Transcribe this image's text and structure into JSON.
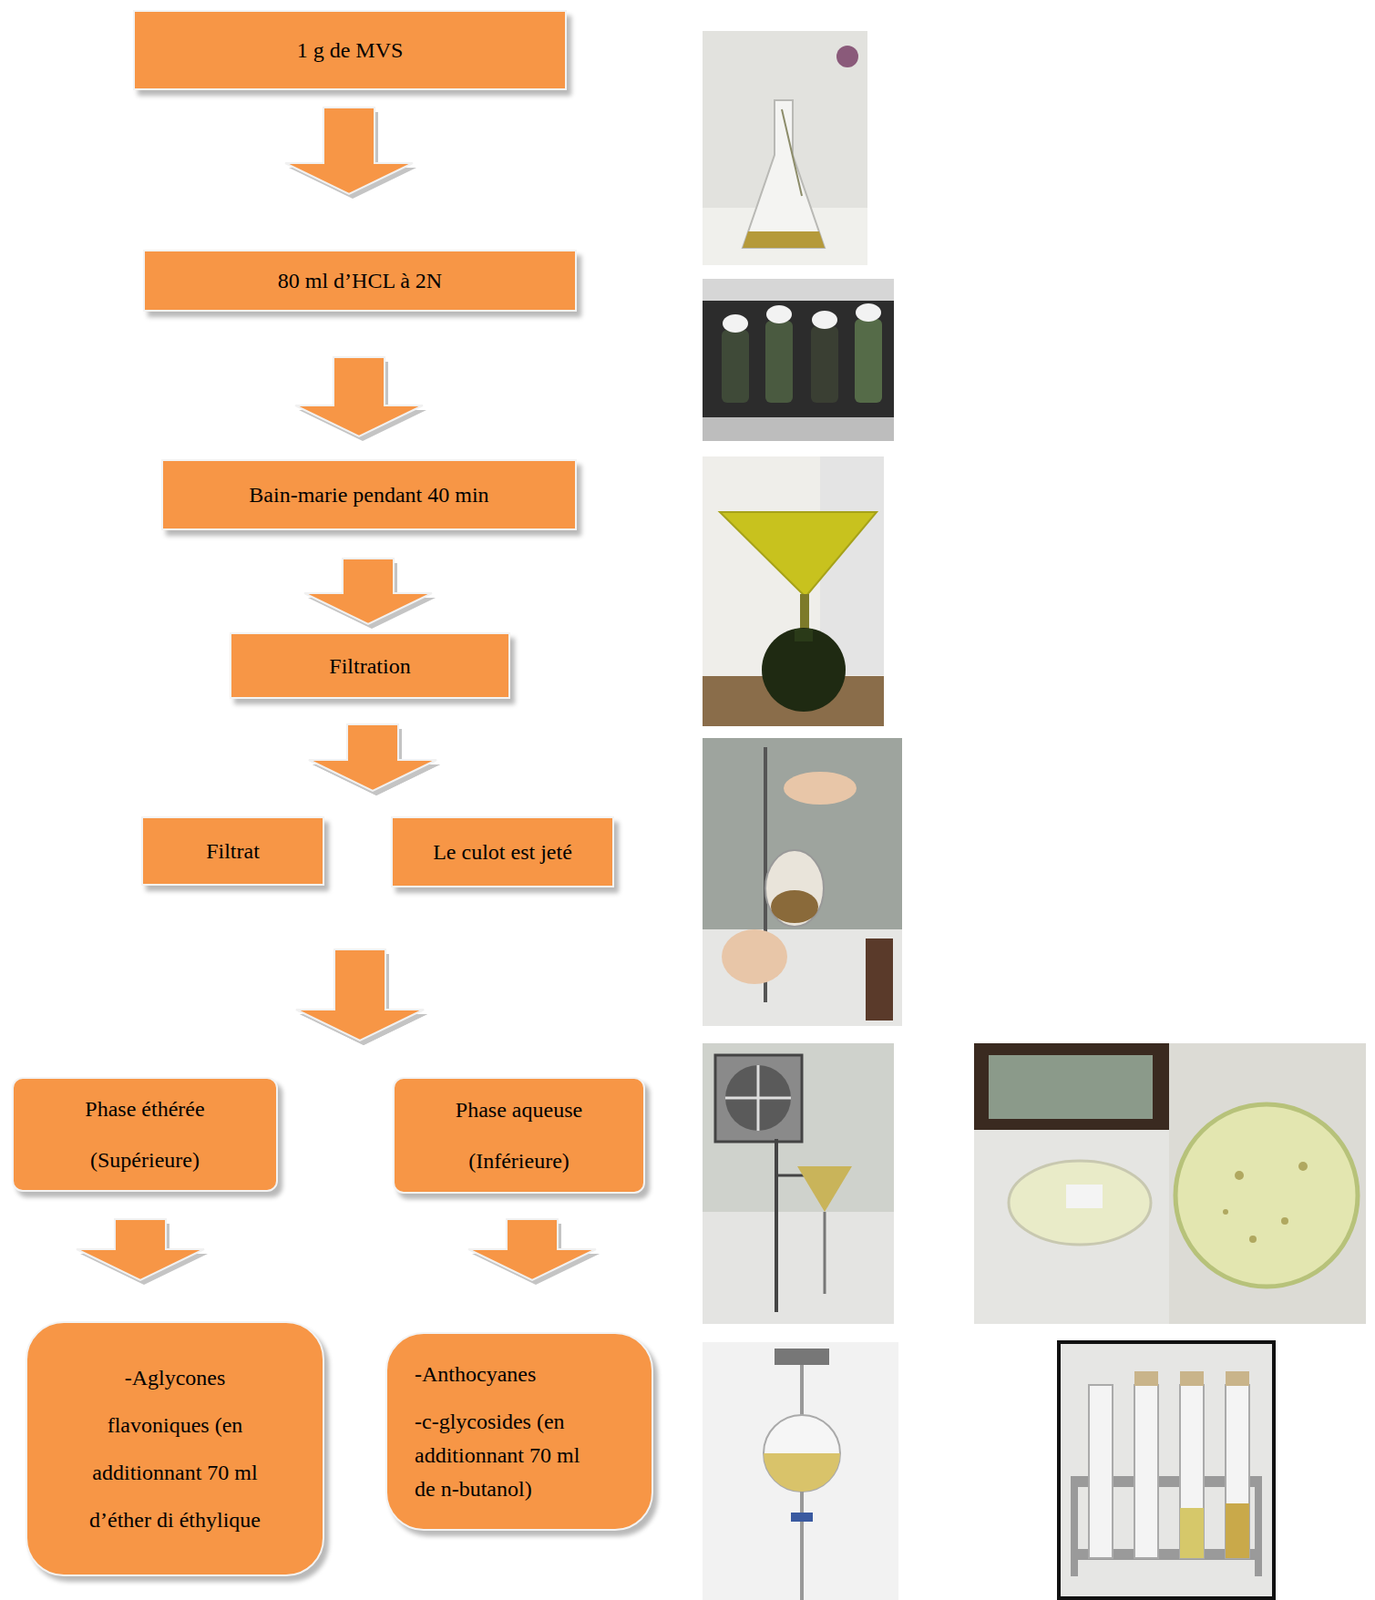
{
  "diagram": {
    "nodes": [
      {
        "text": [
          "1 g de MVS"
        ]
      },
      {
        "text": [
          "80 ml d’HCL à 2N"
        ]
      },
      {
        "text": [
          "Bain-marie pendant 40 min"
        ]
      },
      {
        "text": [
          "Filtration"
        ]
      },
      {
        "text": [
          "Filtrat"
        ]
      },
      {
        "text": [
          "Le culot est jeté"
        ]
      },
      {
        "text": [
          "Phase éthérée",
          "(Supérieure)"
        ]
      },
      {
        "text": [
          "Phase aqueuse",
          "(Inférieure)"
        ]
      },
      {
        "text": [
          "-Aglycones flavoniques (en additionnant 70 ml d’éther di éthylique"
        ]
      },
      {
        "text": [
          "-Anthocyanes",
          "-c-glycosides (en additionnant 70 ml de n-butanol)"
        ]
      }
    ],
    "edges": [
      {
        "from": 0,
        "to": 1,
        "arrow": "to"
      },
      {
        "from": 1,
        "to": 2,
        "arrow": "to"
      },
      {
        "from": 2,
        "to": 3,
        "arrow": "to"
      },
      {
        "from": 3,
        "to": 4,
        "arrow": "to"
      },
      {
        "from": 3,
        "to": 5,
        "arrow": "to"
      },
      {
        "from": 4,
        "to": 6,
        "arrow": "to"
      },
      {
        "from": 4,
        "to": 7,
        "arrow": "to"
      },
      {
        "from": 6,
        "to": 8,
        "arrow": "to"
      },
      {
        "from": 7,
        "to": 9,
        "arrow": "to"
      }
    ]
  }
}
